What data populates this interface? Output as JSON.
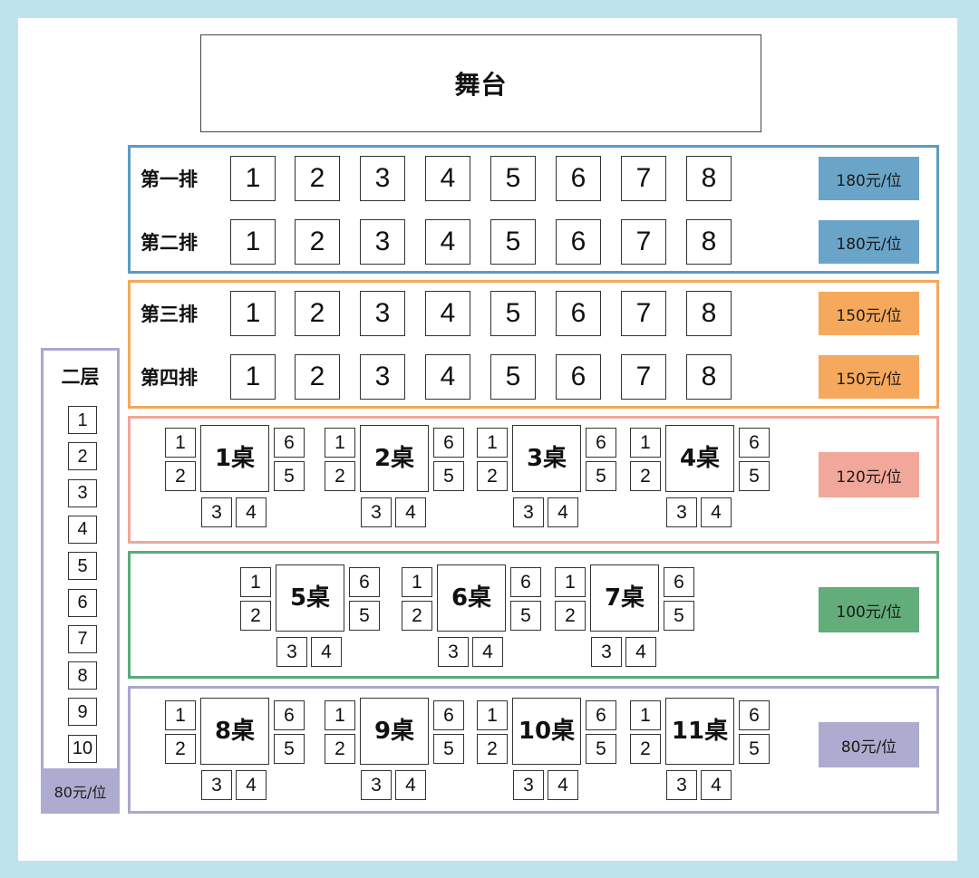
{
  "stage": {
    "label": "舞台"
  },
  "sections": [
    {
      "id": "rows-front",
      "border_color": "#5a9bc2",
      "price_color": "#6aa5c9",
      "price": "180元/位",
      "rows": [
        {
          "label": "第一排",
          "seats": [
            "1",
            "2",
            "3",
            "4",
            "5",
            "6",
            "7",
            "8"
          ]
        },
        {
          "label": "第二排",
          "seats": [
            "1",
            "2",
            "3",
            "4",
            "5",
            "6",
            "7",
            "8"
          ]
        }
      ],
      "price_per_row": [
        "180元/位",
        "180元/位"
      ]
    },
    {
      "id": "rows-back",
      "border_color": "#f4a85a",
      "price_color": "#f6a95c",
      "price": "150元/位",
      "rows": [
        {
          "label": "第三排",
          "seats": [
            "1",
            "2",
            "3",
            "4",
            "5",
            "6",
            "7",
            "8"
          ]
        },
        {
          "label": "第四排",
          "seats": [
            "1",
            "2",
            "3",
            "4",
            "5",
            "6",
            "7",
            "8"
          ]
        }
      ],
      "price_per_row": [
        "150元/位",
        "150元/位"
      ]
    }
  ],
  "table_sections": [
    {
      "id": "tables-a",
      "border_color": "#f0a699",
      "price_color": "#f1a89a",
      "price": "120元/位",
      "tables": [
        "1桌",
        "2桌",
        "3桌",
        "4桌"
      ]
    },
    {
      "id": "tables-b",
      "border_color": "#5aaa78",
      "price_color": "#62ad7a",
      "price": "100元/位",
      "tables": [
        "5桌",
        "6桌",
        "7桌"
      ]
    },
    {
      "id": "tables-c",
      "border_color": "#aaa8cc",
      "price_color": "#aeabd0",
      "price": "80元/位",
      "tables": [
        "8桌",
        "9桌",
        "10桌",
        "11桌"
      ]
    }
  ],
  "chairs": {
    "left_top": "1",
    "left_bottom": "2",
    "right_top": "6",
    "right_bottom": "5",
    "bottom_left": "3",
    "bottom_right": "4"
  },
  "second_floor": {
    "title": "二层",
    "seats": [
      "1",
      "2",
      "3",
      "4",
      "5",
      "6",
      "7",
      "8",
      "9",
      "10"
    ],
    "price": "80元/位",
    "price_color": "#aeabd0",
    "border_color": "#aaa8cc"
  }
}
